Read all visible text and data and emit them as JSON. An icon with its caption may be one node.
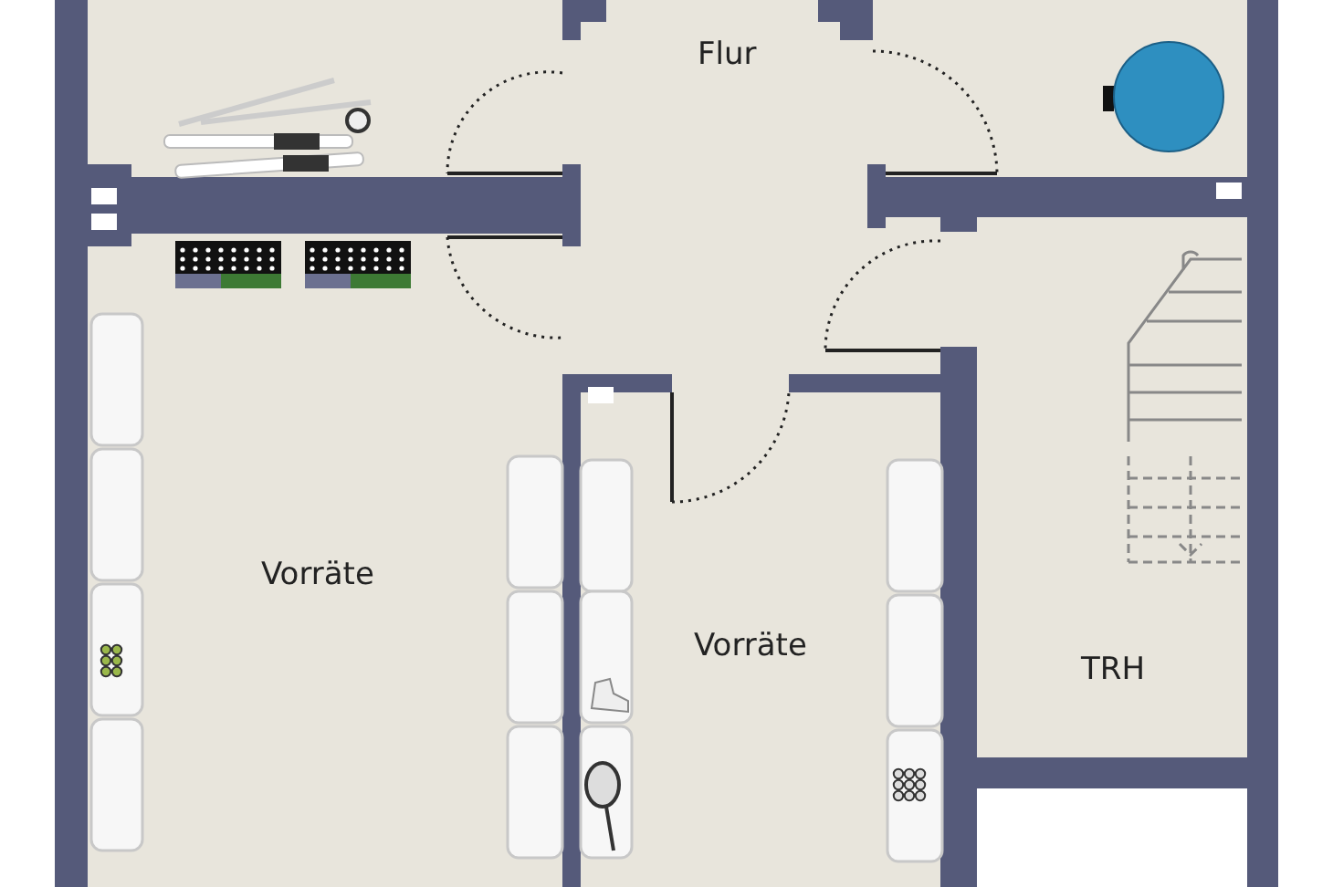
{
  "diagram": {
    "labels": [
      "Flur",
      "Vorräte",
      "Vorräte",
      "TRH"
    ]
  }
}
